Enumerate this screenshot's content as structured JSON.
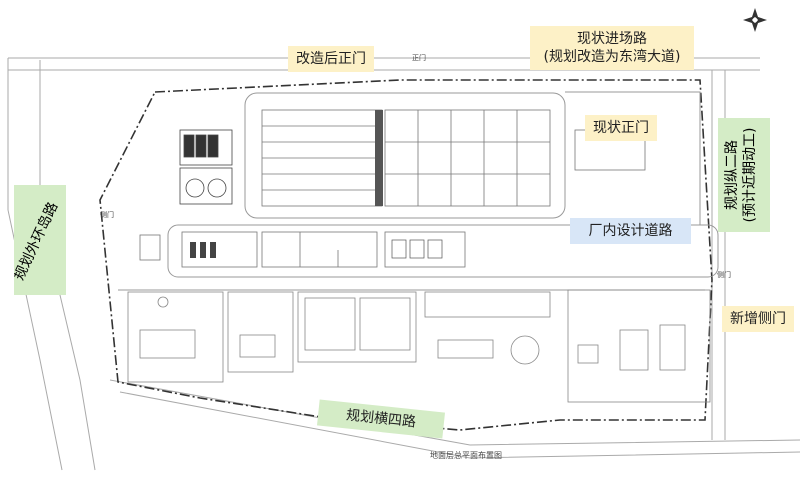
{
  "labels": {
    "modified_main_gate": "改造后正门",
    "current_access_road_line1": "现状进场路",
    "current_access_road_line2": "(规划改造为东湾大道)",
    "current_main_gate": "现状正门",
    "vertical_road_line1": "规划纵二路",
    "vertical_road_line2": "(预计近期动工)",
    "outer_ring_island_road": "规划外环岛路",
    "plant_internal_road": "厂内设计道路",
    "new_side_gate": "新增侧门",
    "horizontal_road_4": "规划横四路",
    "drawing_title": "地面层总平面布置图"
  },
  "small_labels": {
    "main_gate": "正门",
    "side_gate_left": "侧门",
    "side_gate_right": "侧门"
  },
  "colors": {
    "yellow_callout": "#fdf1c7",
    "green_callout": "#d4ecc6",
    "blue_callout": "#d8e6f7",
    "boundary_line": "#333333",
    "road_line": "#aaaaaa",
    "building_line": "#777777"
  },
  "icons": {
    "north_arrow": "north-arrow-icon"
  }
}
